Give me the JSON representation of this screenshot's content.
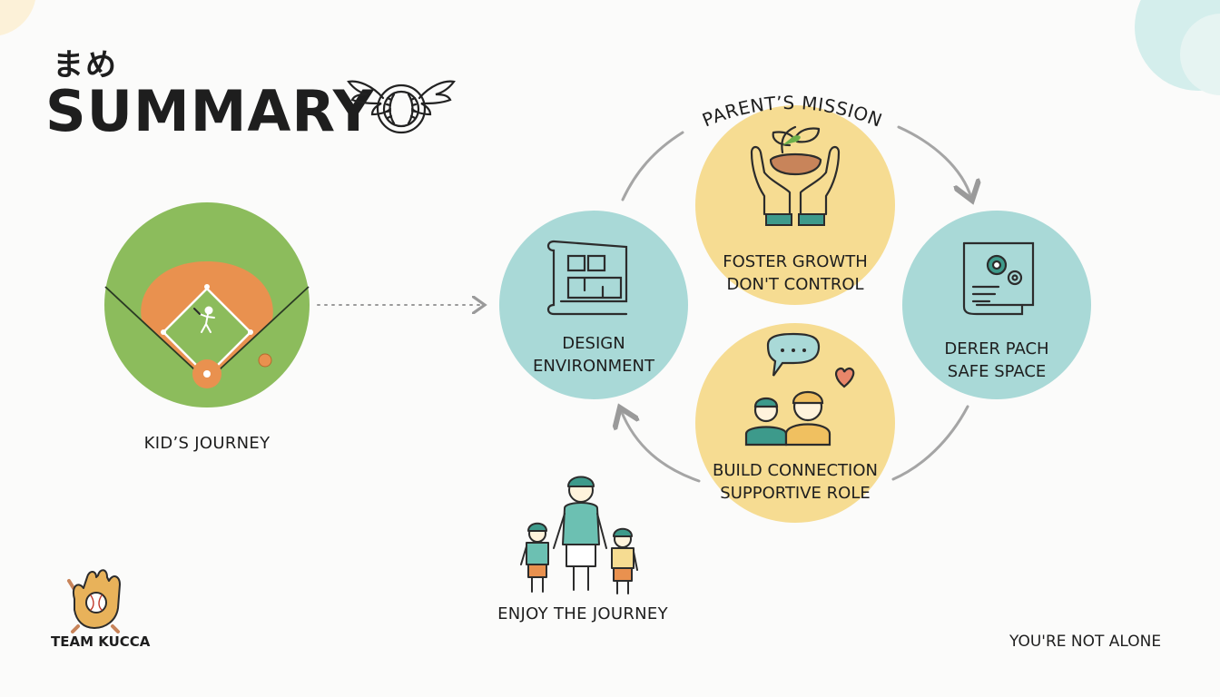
{
  "header": {
    "kana": "まめ",
    "title": "SUMMARY"
  },
  "kids_journey": {
    "label": "KID’S JOURNEY"
  },
  "mission": {
    "arc_label": "PARENT’S MISSION",
    "nodes": [
      {
        "id": "foster",
        "line1": "FOSTER GROWTH",
        "line2": "DON'T CONTROL"
      },
      {
        "id": "design",
        "line1": "DESIGN",
        "line2": "ENVIRONMENT"
      },
      {
        "id": "safe",
        "line1": "DERER PACH",
        "line2": "SAFE SPACE"
      },
      {
        "id": "connect",
        "line1": "BUILD CONNECTION",
        "line2": "SUPPORTIVE ROLE"
      }
    ]
  },
  "enjoy": {
    "label": "ENJOY THE JOURNEY"
  },
  "footer": {
    "team": "TEAM KUCCA",
    "tagline": "YOU'RE NOT ALONE"
  },
  "colors": {
    "teal": "#a9d9d7",
    "yellow": "#f6dc92",
    "field_green": "#8cbc5c",
    "infield_orange": "#e9914f",
    "text": "#1e1e1e",
    "icon_teal": "#3d9a8b"
  }
}
